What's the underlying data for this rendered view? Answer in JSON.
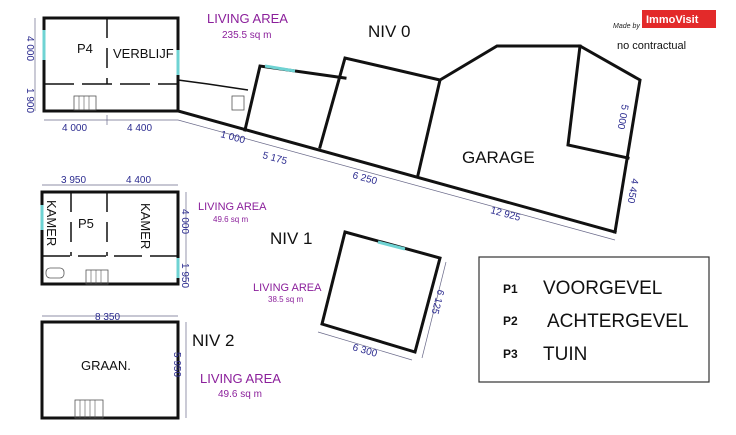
{
  "brand": {
    "made_by": "Made by",
    "name": "ImmoVisit",
    "logo_color": "#e32a2a",
    "disclaimer": "no contractual"
  },
  "levels": {
    "niv0": "NIV 0",
    "niv1": "NIV 1",
    "niv2": "NIV 2"
  },
  "living_areas": {
    "niv0": {
      "title": "LIVING AREA",
      "area": "235.5 sq m"
    },
    "niv1": {
      "title": "LIVING AREA",
      "area": "49.6 sq m"
    },
    "niv1_upper": {
      "title": "LIVING AREA",
      "area": "38.5 sq m"
    },
    "niv2": {
      "title": "LIVING AREA",
      "area": "49.6 sq m"
    }
  },
  "rooms": {
    "p4": "P4",
    "verblijf": "VERBLIJF",
    "garage": "GARAGE",
    "kamer_left": "KAMER",
    "p5": "P5",
    "kamer_right": "KAMER",
    "graan": "GRAAN."
  },
  "dimensions": {
    "niv0_left_height": "4 000",
    "niv0_left_lower": "1 900",
    "niv0_bottom_left": "4 000",
    "niv0_bottom_right": "4 400",
    "diag_1000": "1 000",
    "diag_5175": "5 175",
    "diag_6250": "6 250",
    "diag_12925": "12 925",
    "garage_5000": "5 000",
    "garage_4450": "4 450",
    "niv1_top_left": "3 950",
    "niv1_top_right": "4 400",
    "niv1_right_upper": "4 000",
    "niv1_right_lower": "1 950",
    "upper_side": "6 125",
    "upper_bottom": "6 300",
    "niv2_top": "8 350",
    "niv2_right": "5 950"
  },
  "legend": [
    {
      "key": "P1",
      "value": "VOORGEVEL"
    },
    {
      "key": "P2",
      "value": "ACHTERGEVEL"
    },
    {
      "key": "P3",
      "value": "TUIN"
    }
  ],
  "colors": {
    "walls": "#111111",
    "dimension_text": "#2b2b8f",
    "living_area_text": "#8b1f9b",
    "window": "#6fd3d3"
  }
}
